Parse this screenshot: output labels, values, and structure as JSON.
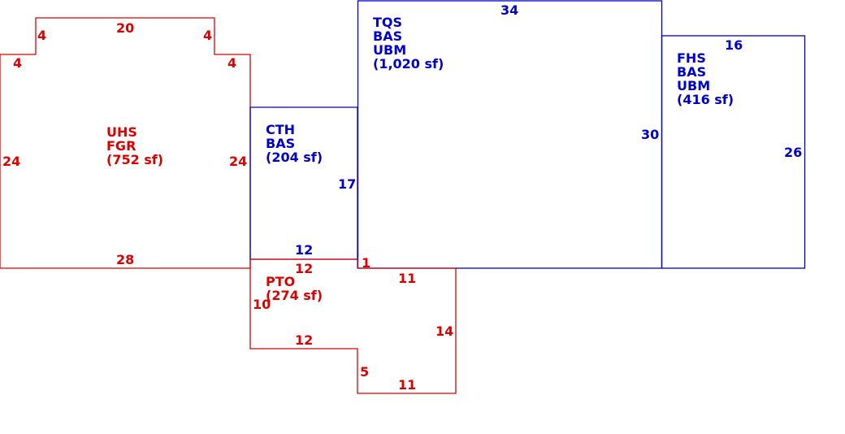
{
  "colors": {
    "red": "#dd0000",
    "blue": "#0000cc"
  },
  "areas": {
    "uhs": {
      "lines": [
        "UHS",
        "FGR",
        "(752 sf)"
      ],
      "color": "red"
    },
    "cth": {
      "lines": [
        "CTH",
        "BAS",
        "(204 sf)"
      ],
      "color": "blue"
    },
    "tqs": {
      "lines": [
        "TQS",
        "BAS",
        "UBM",
        "(1,020 sf)"
      ],
      "color": "blue"
    },
    "fhs": {
      "lines": [
        "FHS",
        "BAS",
        "UBM",
        "(416 sf)"
      ],
      "color": "blue"
    },
    "pto": {
      "lines": [
        "PTO",
        "(274 sf)"
      ],
      "color": "red"
    }
  },
  "dimensions": {
    "uhs": {
      "top": "20",
      "notch_left_v": "4",
      "notch_left_h": "4",
      "notch_right_v": "4",
      "notch_right_h": "4",
      "left": "24",
      "right": "24",
      "bottom": "28"
    },
    "cth": {
      "side": "17",
      "bottom": "12"
    },
    "tqs": {
      "top": "34",
      "right": "30",
      "small": "1"
    },
    "fhs": {
      "top": "16",
      "right": "26"
    },
    "pto": {
      "top_left": "12",
      "left": "10",
      "top_right": "11",
      "right": "14",
      "inner_h": "12",
      "inner_v": "5",
      "bottom": "11"
    }
  }
}
